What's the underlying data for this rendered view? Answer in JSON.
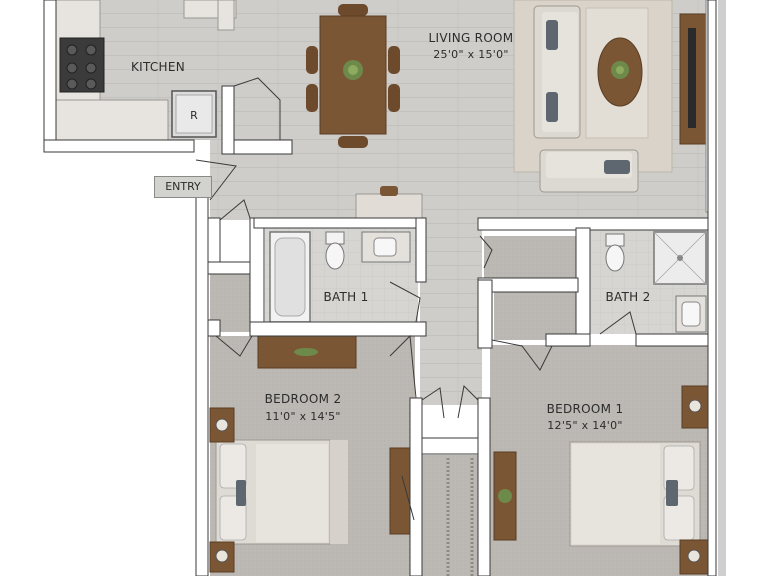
{
  "rooms": {
    "kitchen": {
      "name": "KITCHEN"
    },
    "living": {
      "name": "LIVING ROOM",
      "dims": "25'0\" x 15'0\""
    },
    "bath1": {
      "name": "BATH 1"
    },
    "bath2": {
      "name": "BATH 2"
    },
    "bedroom1": {
      "name": "BEDROOM 1",
      "dims": "12'5\" x 14'0\""
    },
    "bedroom2": {
      "name": "BEDROOM 2",
      "dims": "11'0\" x 14'5\""
    }
  },
  "entry": {
    "label": "ENTRY"
  },
  "fridge": {
    "label": "R"
  },
  "colors": {
    "wall": "#ffffff",
    "wall_outline": "#3a3a3a",
    "floor_wood": "#cfcfcb",
    "floor_carpet": "#bdb9b4",
    "counter": "#e6e3de",
    "furniture_wood": "#7a5634",
    "rug": "#d9d3ca",
    "bed_linen": "#dedad4"
  }
}
